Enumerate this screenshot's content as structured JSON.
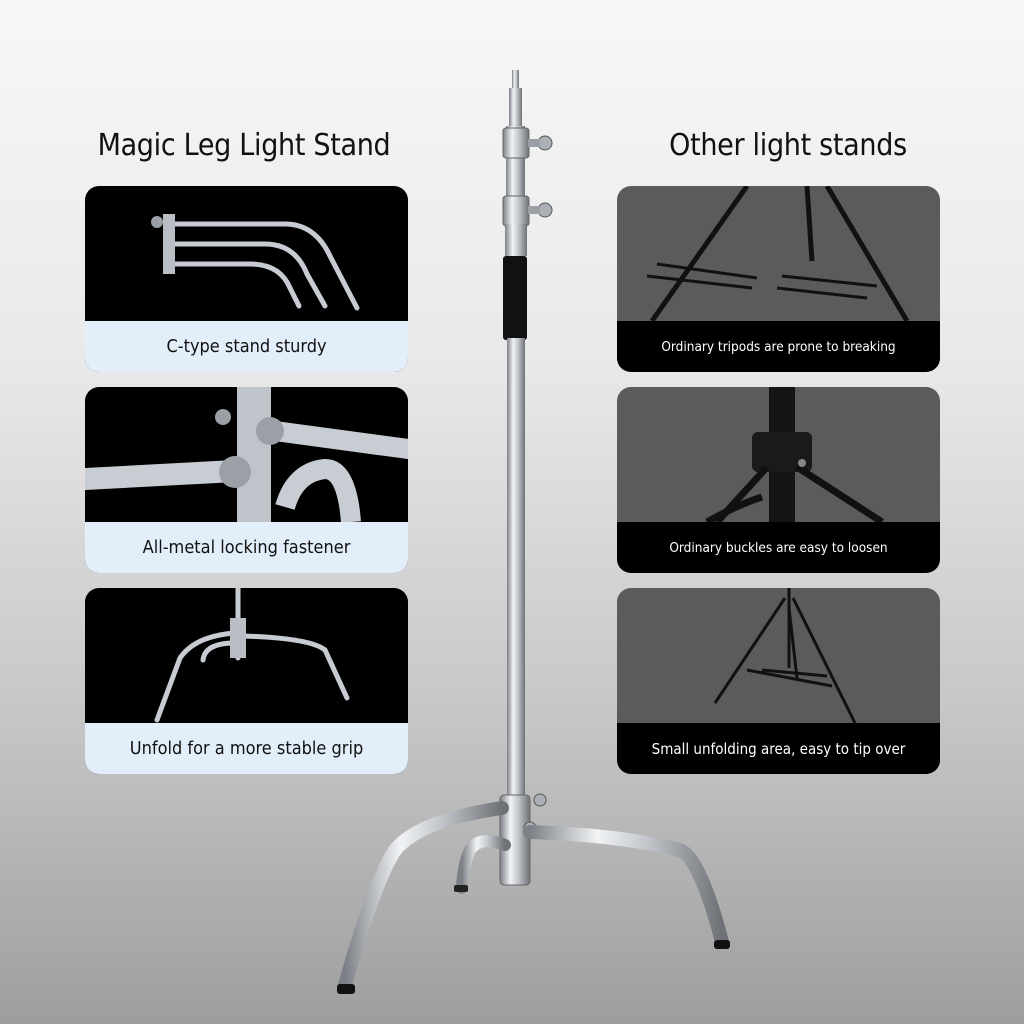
{
  "headings": {
    "left": "Magic Leg Light Stand",
    "right": "Other light stands"
  },
  "magic_cards": [
    {
      "caption": "C-type stand sturdy"
    },
    {
      "caption": "All-metal locking fastener"
    },
    {
      "caption": "Unfold for a more stable grip"
    }
  ],
  "other_cards": [
    {
      "caption": "Ordinary tripods are prone to breaking"
    },
    {
      "caption": "Ordinary buckles are easy to loosen"
    },
    {
      "caption": "Small unfolding area, easy to tip over"
    }
  ],
  "colors": {
    "steel": "#c9cdd2",
    "caption_light": "#e3eefb",
    "card_dark": "#000000",
    "card_gray": "#5b5b5b"
  }
}
